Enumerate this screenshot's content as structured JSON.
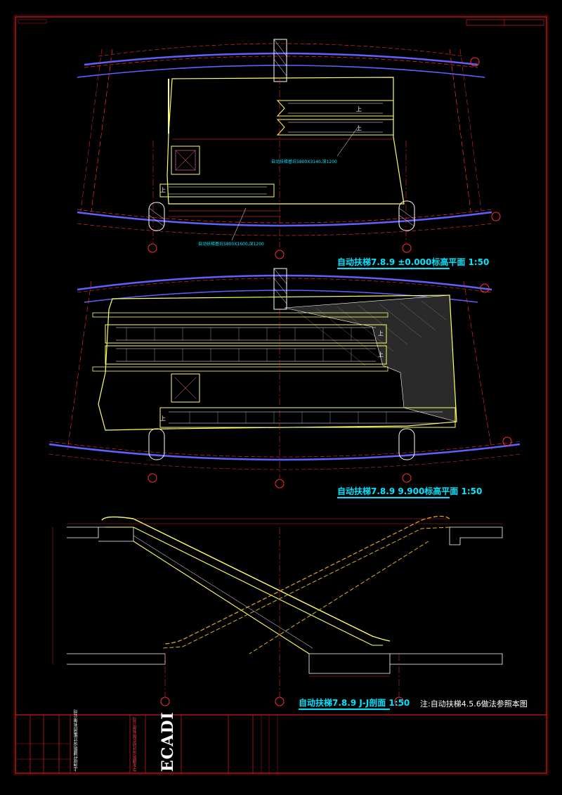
{
  "drawing": {
    "plan1_title": "自动扶梯7.8.9 ±0.000标高平面 1:50",
    "plan2_title": "自动扶梯7.8.9 9.900标高平面 1:50",
    "section_title": "自动扶梯7.8.9 J-J剖面 1:50",
    "note": "注:自动扶梯4.5.6做法参照本图",
    "pit_label_1": "自动扶梯基坑5800X3140,深1200",
    "pit_label_2": "自动扶梯基坑5800X1600,深1200",
    "up_label": "上"
  },
  "title_block": {
    "logo": "ECADI",
    "company": "上海现代建筑设计(集团)有限公司",
    "institute": "华东建筑设计研究院有限公司"
  },
  "colors": {
    "frame": "#ff2020",
    "wall": "#ffff66",
    "gold": "#e0b020",
    "axis": "#ff3030",
    "curve": "#6060ff",
    "dim": "#ff3030",
    "text": "#00e5ff"
  }
}
